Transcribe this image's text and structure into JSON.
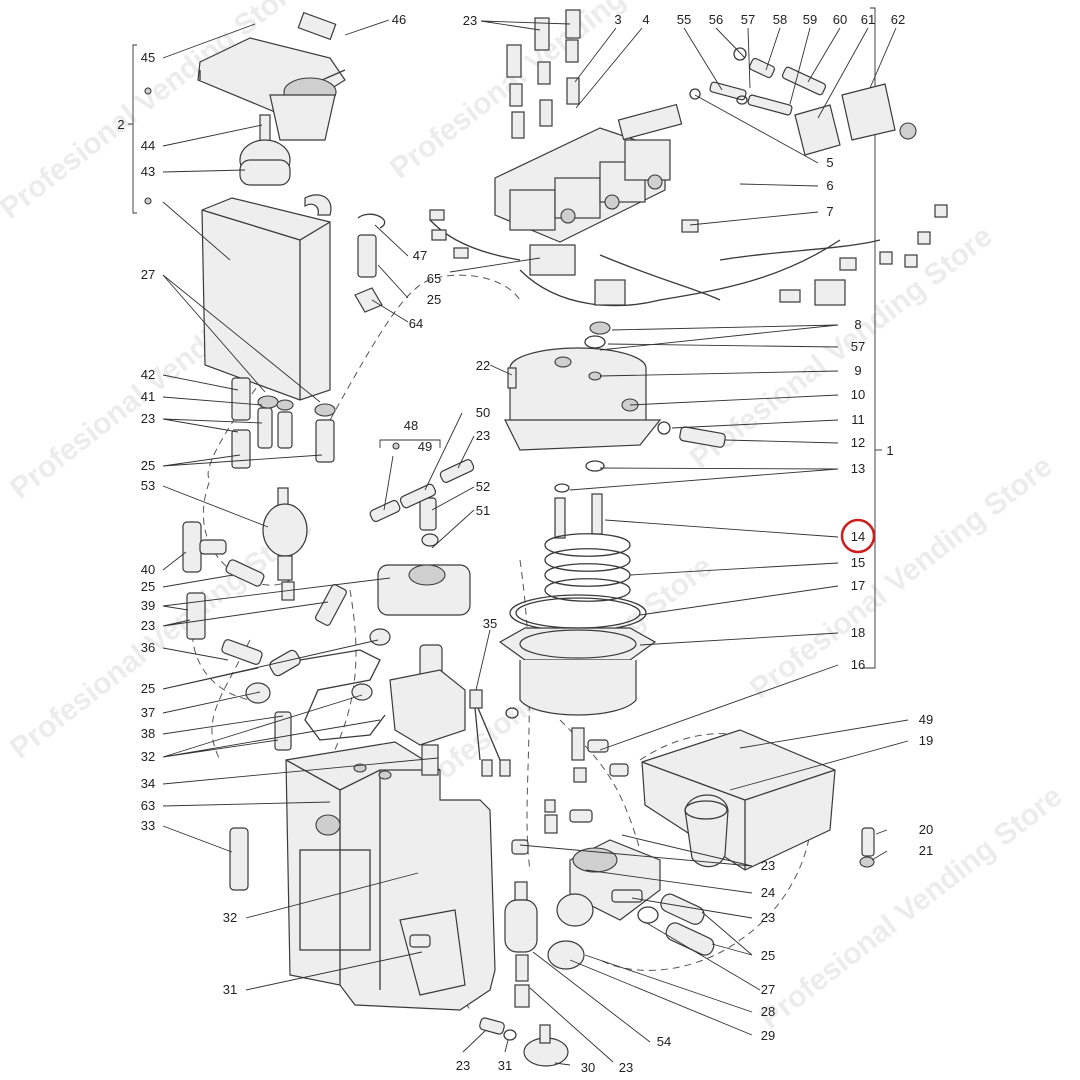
{
  "diagram": {
    "highlight_callout": "14",
    "watermark_text": "Profesional Vending Store",
    "highlight_color": "#cc1e1e",
    "callouts": [
      {
        "id": "c46",
        "text": "46"
      },
      {
        "id": "c45",
        "text": "45"
      },
      {
        "id": "c2",
        "text": "2"
      },
      {
        "id": "c44",
        "text": "44"
      },
      {
        "id": "c43",
        "text": "43"
      },
      {
        "id": "c27a",
        "text": "27"
      },
      {
        "id": "c42",
        "text": "42"
      },
      {
        "id": "c41",
        "text": "41"
      },
      {
        "id": "c23a",
        "text": "23"
      },
      {
        "id": "c25a",
        "text": "25"
      },
      {
        "id": "c53",
        "text": "53"
      },
      {
        "id": "c40",
        "text": "40"
      },
      {
        "id": "c25b",
        "text": "25"
      },
      {
        "id": "c39",
        "text": "39"
      },
      {
        "id": "c23b",
        "text": "23"
      },
      {
        "id": "c36",
        "text": "36"
      },
      {
        "id": "c25c",
        "text": "25"
      },
      {
        "id": "c37",
        "text": "37"
      },
      {
        "id": "c38",
        "text": "38"
      },
      {
        "id": "c32a",
        "text": "32"
      },
      {
        "id": "c34",
        "text": "34"
      },
      {
        "id": "c63",
        "text": "63"
      },
      {
        "id": "c33",
        "text": "33"
      },
      {
        "id": "c32b",
        "text": "32"
      },
      {
        "id": "c31a",
        "text": "31"
      },
      {
        "id": "c23c",
        "text": "23"
      },
      {
        "id": "c31b",
        "text": "31"
      },
      {
        "id": "c30",
        "text": "30"
      },
      {
        "id": "c23d",
        "text": "23"
      },
      {
        "id": "c54",
        "text": "54"
      },
      {
        "id": "c29",
        "text": "29"
      },
      {
        "id": "c28",
        "text": "28"
      },
      {
        "id": "c27b",
        "text": "27"
      },
      {
        "id": "c25d",
        "text": "25"
      },
      {
        "id": "c23e",
        "text": "23"
      },
      {
        "id": "c24",
        "text": "24"
      },
      {
        "id": "c23f",
        "text": "23"
      },
      {
        "id": "c21",
        "text": "21"
      },
      {
        "id": "c20",
        "text": "20"
      },
      {
        "id": "c19",
        "text": "19"
      },
      {
        "id": "c49a",
        "text": "49"
      },
      {
        "id": "c16",
        "text": "16"
      },
      {
        "id": "c18",
        "text": "18"
      },
      {
        "id": "c17",
        "text": "17"
      },
      {
        "id": "c15",
        "text": "15"
      },
      {
        "id": "c14",
        "text": "14"
      },
      {
        "id": "c1",
        "text": "1"
      },
      {
        "id": "c13",
        "text": "13"
      },
      {
        "id": "c12",
        "text": "12"
      },
      {
        "id": "c11",
        "text": "11"
      },
      {
        "id": "c10",
        "text": "10"
      },
      {
        "id": "c9",
        "text": "9"
      },
      {
        "id": "c57a",
        "text": "57"
      },
      {
        "id": "c8",
        "text": "8"
      },
      {
        "id": "c7",
        "text": "7"
      },
      {
        "id": "c6",
        "text": "6"
      },
      {
        "id": "c5",
        "text": "5"
      },
      {
        "id": "c23g",
        "text": "23"
      },
      {
        "id": "c3",
        "text": "3"
      },
      {
        "id": "c4",
        "text": "4"
      },
      {
        "id": "c55",
        "text": "55"
      },
      {
        "id": "c56",
        "text": "56"
      },
      {
        "id": "c57b",
        "text": "57"
      },
      {
        "id": "c58",
        "text": "58"
      },
      {
        "id": "c59",
        "text": "59"
      },
      {
        "id": "c60",
        "text": "60"
      },
      {
        "id": "c61",
        "text": "61"
      },
      {
        "id": "c62",
        "text": "62"
      },
      {
        "id": "c47",
        "text": "47"
      },
      {
        "id": "c65",
        "text": "65"
      },
      {
        "id": "c25e",
        "text": "25"
      },
      {
        "id": "c64",
        "text": "64"
      },
      {
        "id": "c22",
        "text": "22"
      },
      {
        "id": "c48",
        "text": "48"
      },
      {
        "id": "c49b",
        "text": "49"
      },
      {
        "id": "c50",
        "text": "50"
      },
      {
        "id": "c23h",
        "text": "23"
      },
      {
        "id": "c52",
        "text": "52"
      },
      {
        "id": "c51",
        "text": "51"
      },
      {
        "id": "c35",
        "text": "35"
      }
    ]
  }
}
